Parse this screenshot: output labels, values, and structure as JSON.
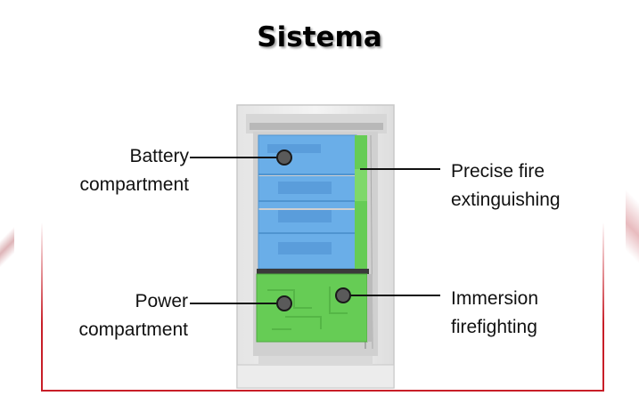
{
  "title": "Sistema",
  "labels": {
    "battery": [
      "Battery",
      "compartment"
    ],
    "power": [
      "Power",
      "compartment"
    ],
    "fire": [
      "Precise fire",
      "extinguishing"
    ],
    "immersion": [
      "Immersion",
      "firefighting"
    ]
  },
  "colors": {
    "battery": "#6aaee8",
    "power": "#66cc55",
    "frame": "#c81e28"
  }
}
